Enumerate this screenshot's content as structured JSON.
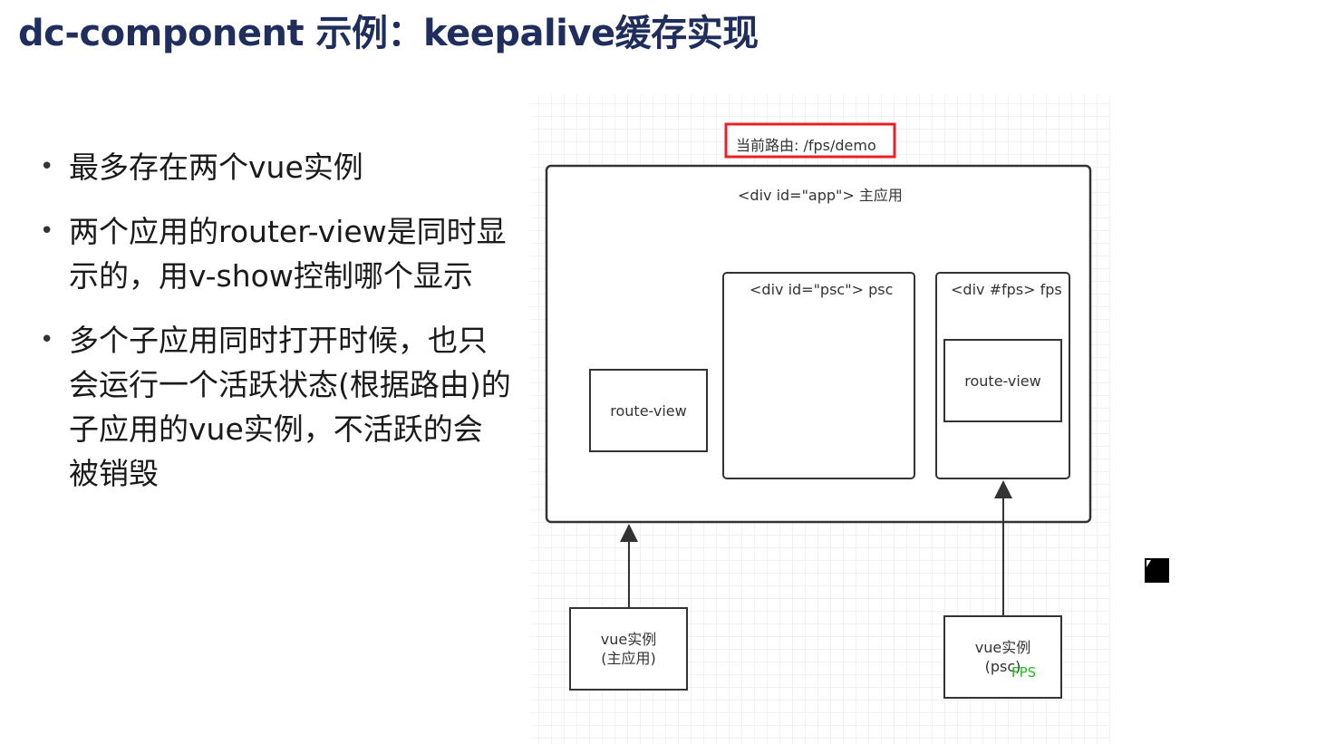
{
  "slide": {
    "title": "dc-component 示例：keepalive缓存实现",
    "bullets": [
      "最多存在两个vue实例",
      "两个应用的router-view是同时显示的，用v-show控制哪个显示",
      "多个子应用同时打开时候，也只会运行一个活跃状态(根据路由)的子应用的vue实例，不活跃的会被销毁"
    ]
  },
  "diagram": {
    "current_route": "当前路由: /fps/demo",
    "app_div": "<div id=\"app\"> 主应用",
    "psc_div": "<div id=\"psc\"> psc",
    "fps_div": "<div #fps> fps",
    "route_view_main": "route-view",
    "route_view_fps": "route-view",
    "vue_main_line1": "vue实例",
    "vue_main_line2": "(主应用)",
    "vue_psc_line1": "vue实例",
    "vue_psc_line2": "(psc)",
    "fps_overlay": "FPS",
    "highlight_color": "#e8202a"
  }
}
